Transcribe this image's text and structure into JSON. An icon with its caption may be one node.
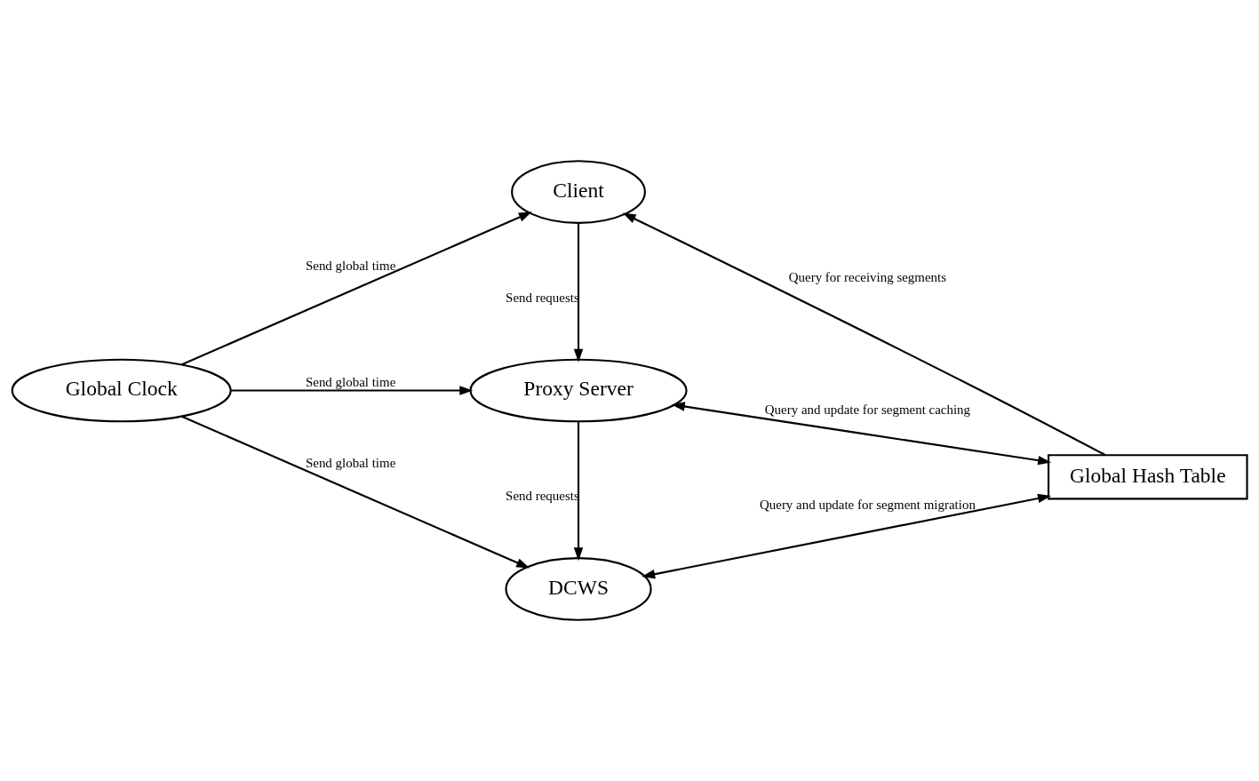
{
  "diagram": {
    "nodes": [
      {
        "text": [
          "Client"
        ]
      },
      {
        "text": [
          "Global Clock"
        ]
      },
      {
        "text": [
          "Proxy Server"
        ]
      },
      {
        "text": [
          "Global Hash Table"
        ]
      },
      {
        "text": [
          "DCWS"
        ]
      }
    ],
    "edges": [
      {
        "from": 1,
        "to": 0,
        "arrow": "to",
        "label": "Send global time"
      },
      {
        "from": 1,
        "to": 2,
        "arrow": "to",
        "label": "Send global time"
      },
      {
        "from": 1,
        "to": 4,
        "arrow": "to",
        "label": "Send global time"
      },
      {
        "from": 0,
        "to": 2,
        "arrow": "to",
        "label": "Send requests"
      },
      {
        "from": 2,
        "to": 4,
        "arrow": "to",
        "label": "Send requests"
      },
      {
        "from": 2,
        "to": 3,
        "arrow": "both",
        "label": "Query and update for segment caching"
      },
      {
        "from": 3,
        "to": 0,
        "arrow": "to",
        "label": "Query for receiving segments"
      },
      {
        "from": 4,
        "to": 3,
        "arrow": "both",
        "label": "Query and update for segment migration"
      }
    ]
  }
}
